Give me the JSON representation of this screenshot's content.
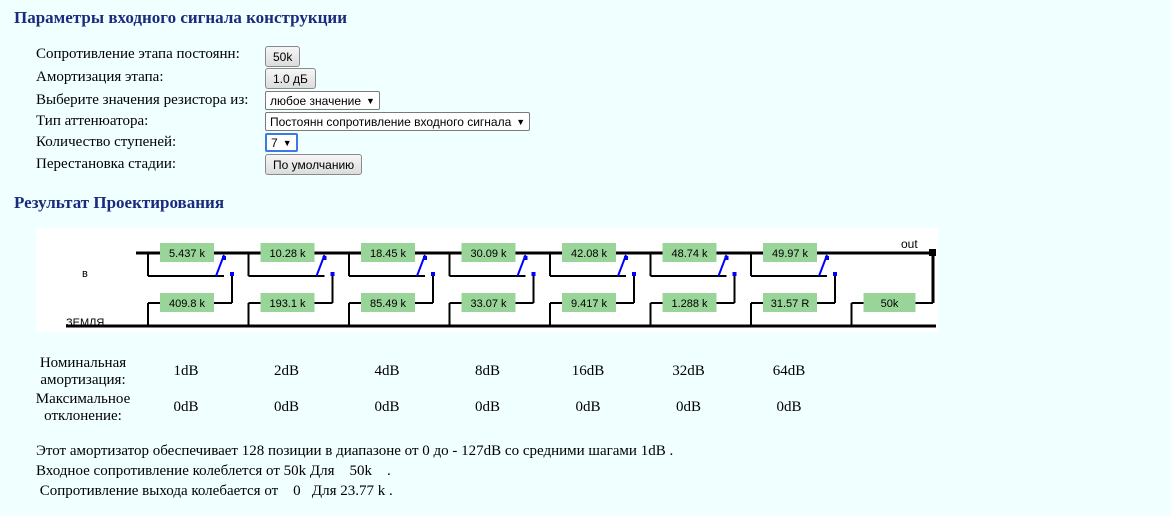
{
  "section1_title": "Параметры входного сигнала конструкции",
  "section2_title": "Результат Проектирования",
  "params": [
    {
      "label": "Сопротивление этапа постоянн:",
      "control": "button",
      "value": "50k"
    },
    {
      "label": "Амортизация этапа:",
      "control": "button",
      "value": "1.0 дБ"
    },
    {
      "label": "Выберите значения резистора из:",
      "control": "select",
      "value": "любое значение"
    },
    {
      "label": "Тип аттенюатора:",
      "control": "select",
      "value": "Постоянн сопротивление входного сигнала"
    },
    {
      "label": "Количество ступеней:",
      "control": "select",
      "value": "7"
    },
    {
      "label": "Перестановка стадии:",
      "control": "button",
      "value": "По умолчанию"
    }
  ],
  "schematic": {
    "input_label": "в",
    "ground_label": "ЗЕМЛЯ",
    "output_label": "out",
    "series_resistors": [
      "5.437 k",
      "10.28 k",
      "18.45 k",
      "30.09 k",
      "42.08 k",
      "48.74 k",
      "49.97 k"
    ],
    "shunt_resistors": [
      "409.8 k",
      "193.1 k",
      "85.49 k",
      "33.07 k",
      "9.417 k",
      "1.288 k",
      "31.57 R"
    ],
    "load_resistor": "50k",
    "colors": {
      "resistor_fill": "#99d499",
      "wire": "#000000",
      "switch": "#0000ff"
    }
  },
  "table": {
    "row1_label": "Номинальная амортизация:",
    "row2_label": "Максимальное отклонение:",
    "nominal": [
      "1dB",
      "2dB",
      "4dB",
      "8dB",
      "16dB",
      "32dB",
      "64dB"
    ],
    "deviation": [
      "0dB",
      "0dB",
      "0dB",
      "0dB",
      "0dB",
      "0dB",
      "0dB"
    ]
  },
  "summary": {
    "line1": "Этот амортизатор обеспечивает 128 позиции в диапазоне от 0 до - 127dB со средними шагами 1dB .",
    "line2": "Входное сопротивление колеблется от 50k Для    50k    .",
    "line3": " Сопротивление выхода колебается от    0   Для 23.77 k ."
  }
}
